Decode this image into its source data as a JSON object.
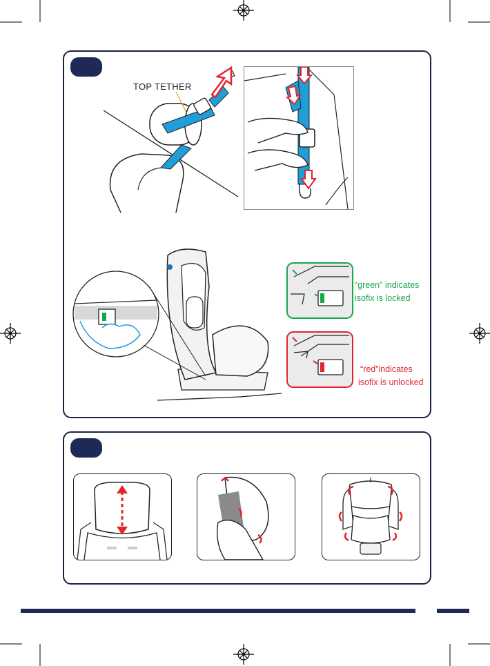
{
  "colors": {
    "navy": "#1e2a55",
    "strap_blue": "#1f9ed8",
    "arrow_red": "#e0262c",
    "lock_green": "#1aa64a",
    "unlock_red": "#e0262c"
  },
  "panel1": {
    "tether_label": "TOP TETHER",
    "green_caption_line1": "“green\" indicates",
    "green_caption_line2": "isofix is locked",
    "red_caption_line1": "“red”indicates",
    "red_caption_line2": "isofix is unlocked"
  }
}
